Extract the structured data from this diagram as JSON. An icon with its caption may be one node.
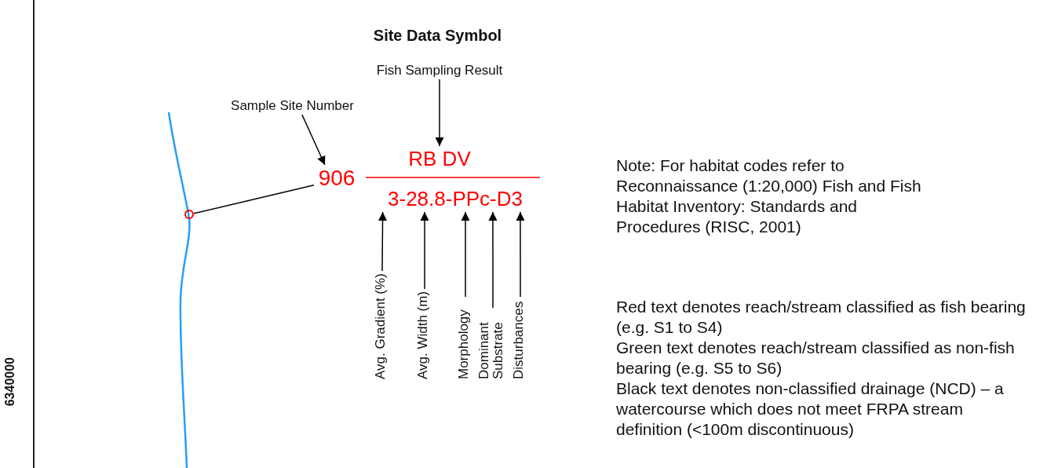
{
  "diagram": {
    "title": "Site Data Symbol",
    "nodes": [
      {
        "text": [
          "Sample Site Number"
        ]
      },
      {
        "text": [
          "906"
        ]
      },
      {
        "text": [
          "Fish Sampling Result"
        ]
      },
      {
        "text": [
          "RB DV"
        ]
      },
      {
        "text": [
          "3-28.8-PPc-D3"
        ]
      },
      {
        "text": [],
        "shape": "circle"
      },
      {
        "text": [
          "Avg. Gradient (%)"
        ]
      },
      {
        "text": [
          "Avg. Width (m)"
        ]
      },
      {
        "text": [
          "Morphology"
        ]
      },
      {
        "text": [
          "Dominant Substrate"
        ]
      },
      {
        "text": [
          "Disturbances"
        ]
      }
    ],
    "edges": [
      {
        "from": 0,
        "to": 1,
        "arrow": "to"
      },
      {
        "from": 2,
        "to": 3,
        "arrow": "to"
      },
      {
        "from": 1,
        "to": 5,
        "arrow": "none"
      },
      {
        "from": 6,
        "to": 4,
        "arrow": "to"
      },
      {
        "from": 7,
        "to": 4,
        "arrow": "to"
      },
      {
        "from": 8,
        "to": 4,
        "arrow": "to"
      },
      {
        "from": 9,
        "to": 4,
        "arrow": "to"
      },
      {
        "from": 10,
        "to": 4,
        "arrow": "to"
      }
    ],
    "labels": [
      "6340000",
      "Note: For habitat codes refer to Reconnaissance (1:20,000) Fish and Fish Habitat Inventory: Standards and Procedures (RISC, 2001)",
      "Red text denotes reach/stream classified as fish bearing  (e.g. S1 to S4)",
      "Green text denotes reach/stream classified as non-fish bearing (e.g. S5 to S6)",
      "Black text denotes non-classified drainage (NCD) – a watercourse which does not meet FRPA stream definition (<100m discontinuous)"
    ]
  }
}
